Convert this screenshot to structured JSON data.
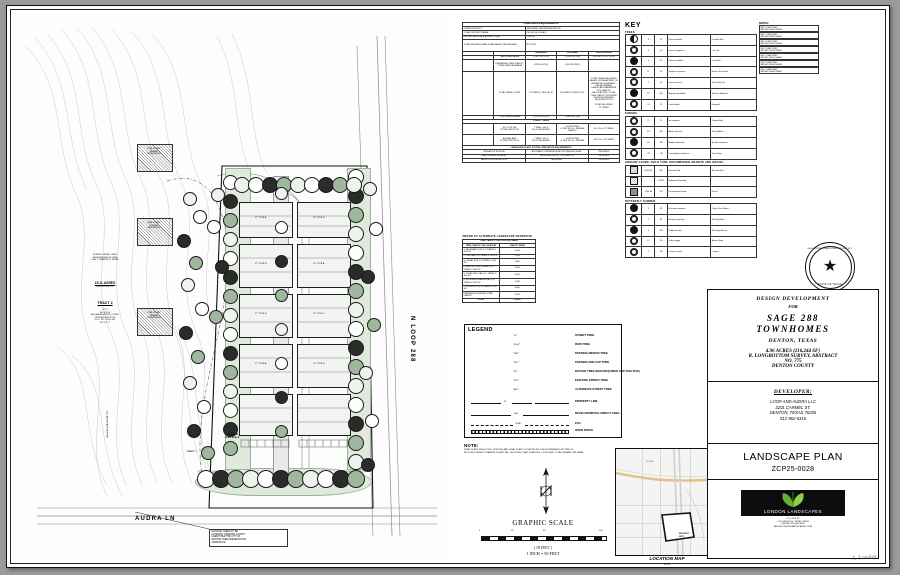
{
  "sheet": {
    "drawing_type": "Landscape Architecture Site Plan / Design Development Sheet"
  },
  "title_block": {
    "line1": "DESIGN  DEVELOPMENT",
    "line2": "FOR",
    "project_name": "SAGE  288",
    "project_name2": "TOWNHOMES",
    "city_state": "DENTON,  TEXAS",
    "acreage": "4.96  ACRES  (216,244  SF)",
    "survey": "R.  LONGBOTTOM  SURVEY,  ABSTRACT",
    "abstract_no": "NO.  775",
    "county": "DENTON  COUNTY",
    "developer_heading": "DEVELOPER:",
    "developer_name": "LOOP AND AUDRA LLC",
    "developer_address": "3201 CARMEL ST.",
    "developer_city": "DENTON, TEXAS 76205",
    "developer_phone": "512-962-0316",
    "sheet_title": "LANDSCAPE PLAN",
    "sheet_number": "ZCP25-0028",
    "logo_name": "LONDON LANDSCAPES",
    "logo_addr1": "P.O. BOX 28",
    "logo_addr2": "COLLINSVILLE, TEXAS 76233",
    "logo_addr3": "PHONE: 972-800-0678",
    "logo_addr4": "AMY@LONDONLANDSCAPES.COM",
    "signature": "signature"
  },
  "seal": {
    "top_text": "REGISTERED LANDSCAPE ARCHITECT",
    "bottom_text": "STATE OF TEXAS",
    "date": "12/8/25"
  },
  "key": {
    "heading": "KEY",
    "sections": [
      {
        "name": "TREES",
        "rows": [
          {
            "symbol": "half",
            "qty": "8",
            "code": "QT",
            "botanical": "Ulmus parvifolia",
            "common": "Lacebark Elm",
            "note": "3\" CAL B&B, 12' HT.\nMIN. 5' CLEAR TRUNK\nMATCHED, SINGLE LEADER"
          },
          {
            "symbol": "ring",
            "qty": "6",
            "code": "QV",
            "botanical": "Quercus virginiana",
            "common": "Live Oak",
            "note": "3\" CAL B&B, 12' HT.\nMIN. 5' CLEAR TRUNK\nMATCHED, SINGLE LEADER"
          },
          {
            "symbol": "fill",
            "qty": "4",
            "code": "UC",
            "botanical": "Ulmus crassifolia",
            "common": "Cedar Elm",
            "note": "3\" CAL B&B, 12' HT.\nMIN. 5' CLEAR TRUNK\nMATCHED, SINGLE LEADER"
          },
          {
            "symbol": "ring",
            "qty": "11",
            "code": "JV",
            "botanical": "Juniperus virginiana",
            "common": "Eastern Red Cedar",
            "note": "3\" CAL B&B, 12' HT.\nMIN. 5' CLEAR TRUNK\nMATCHED, SINGLE LEADER"
          },
          {
            "symbol": "ring",
            "qty": "7",
            "code": "QT",
            "botanical": "Quercus texana",
            "common": "Texas Red Oak",
            "note": "3\" CAL B&B, 12' HT.\nMIN. 5' CLEAR TRUNK\nMATCHED, SINGLE LEADER"
          },
          {
            "symbol": "fill",
            "qty": "12",
            "code": "MG",
            "botanical": "Magnolia grandiflora",
            "common": "Southern Magnolia",
            "note": "3\" CAL B&B, 12' HT.\nMIN. 5' CLEAR TRUNK\nMATCHED, SINGLE LEADER"
          },
          {
            "symbol": "ring",
            "qty": "24",
            "code": "CF",
            "botanical": "Cercis florida",
            "common": "Dogwood",
            "note": "3\" CAL B&B, 12' HT.\nMIN. 5' CLEAR TRUNK\nMATCHED, SINGLE LEADER"
          }
        ]
      },
      {
        "name": "SHRUBS",
        "rows": [
          {
            "symbol": "ring",
            "qty": "75",
            "code": "IV",
            "botanical": "Ilex vomitoria",
            "common": "Yaupon Holly",
            "note": "5 GAL. CONT.\n24\" HT. MIN."
          },
          {
            "symbol": "ring",
            "qty": "60",
            "code": "AD",
            "botanical": "Abelia chinensis",
            "common": "Glossy Abelia",
            "note": "5 GAL. CONT.\n24\" HT. MIN."
          },
          {
            "symbol": "fill",
            "qty": "46",
            "code": "NS",
            "botanical": "Nandina domestica",
            "common": "Nandina Firepower",
            "note": "5 GAL. CONT.\n24\" HT. MIN."
          },
          {
            "symbol": "ring",
            "qty": "38",
            "code": "LM",
            "botanical": "Leucophyllum frutescens",
            "common": "Texas Sage",
            "note": "5 GAL. CONT.\n24\" HT. MIN."
          }
        ]
      },
      {
        "name": "GROUND COVER, FIELD TURF, DECOMPOSED GRANITE AND GRAVEL",
        "rows": [
          {
            "symbol": "sq g1",
            "qty": "8,470 SF",
            "code": "BG",
            "botanical": "Bermuda Sod",
            "common": "Bermuda Sod",
            "note": "SOLID SOD\nFULLY IRRIGATED"
          },
          {
            "symbol": "sq g2",
            "qty": "",
            "code": "HYDR",
            "botanical": "Hydromulch Seeding",
            "common": "",
            "note": "HYDROMULCH"
          },
          {
            "symbol": "sq g3",
            "qty": "1,260 SF",
            "code": "DG",
            "botanical": "Decomposed Granite",
            "common": "Gravel",
            "note": "3\" DEPTH\nOVER FABRIC"
          }
        ]
      },
      {
        "name": "BUTTERFLY GARDEN",
        "rows": [
          {
            "symbol": "fill",
            "qty": "9",
            "code": "EP",
            "botanical": "Echinacea purpurea",
            "common": "Purple Cone Flower",
            "note": "1 GAL.\nCONT."
          },
          {
            "symbol": "ring",
            "qty": "7",
            "code": "AT",
            "botanical": "Asclepias tuberosa",
            "common": "Butterfly Weed",
            "note": "1 GAL.\nCONT."
          },
          {
            "symbol": "fill",
            "qty": "9",
            "code": "RH",
            "botanical": "Rudbeckia hirta",
            "common": "Black Eyed Susan",
            "note": "1 GAL.\nCONT."
          },
          {
            "symbol": "ring",
            "qty": "12",
            "code": "SG",
            "botanical": "Salvia greggii",
            "common": "Autumn Sage",
            "note": "1 GAL.\nCONT."
          },
          {
            "symbol": "ring",
            "qty": "7",
            "code": "LA",
            "botanical": "Lantana camara",
            "common": "Lantana",
            "note": "1 GAL.\nCONT."
          }
        ]
      }
    ],
    "notes_heading": "NOTES:"
  },
  "landscape_requirements": {
    "title": "LANDSCAPE REQUIREMENTS",
    "prelim_rows": [
      {
        "label": "ZONING DISTRICT:",
        "value": "(MN) MIXED USE NEIGHBORHOOD"
      },
      {
        "label": "TOTAL PROPERTY AREA:",
        "value": "216,244 SF (4.96 AC)"
      },
      {
        "label": "GROSS LANDSCAPE BUFFER ZONE:",
        "value": "1,240 SF"
      },
      {
        "label": "TOTAL REQUIRED LANDSCAPE AREA / PERCENTAGE:",
        "value": "32,437 SF"
      }
    ],
    "columns": [
      "",
      "",
      "REQUIRED",
      "PROVIDED",
      "CALCULATIONS"
    ],
    "rows": [
      {
        "item": "LANDSCAPE AREA",
        "required": "32,437 SF (15%)",
        "provided": "51,180 SF (23%)",
        "calc": "216,244 x 0.15 = 32,437"
      },
      {
        "item": "PRESERVED TREE CANOPY / OPEN SPACE ACREAGE",
        "required": "6,280 SF (25%)",
        "provided": "6,950 SF (26%)",
        "calc": ""
      },
      {
        "item": "TOTAL TREES COUNT",
        "required": "72 TREES (1 PER 30 LF)",
        "provided": "80 TREES (1 PER 30 LF)",
        "calc": "TOTAL TREES REQUIRED BASED ON LINEAR FEET OF PERIMETER BOUNDARY - SEE ALTERNATE LANDSCAPE NARRATIVE FOR CANOPY CALCULATIONS - TOTAL TREE CANOPY PROVIDED EXCEEDS MINIMUM REQUIRED BY 8%\n\nTOTAL REQUIRED:\n72 TREES"
      },
      {
        "item": "OPEN SPACE AREAS",
        "required": "12,130 SF (25%)",
        "provided": "15,880 SF (31%)",
        "calc": ""
      }
    ],
    "street_trees_heading": "STREET TREES",
    "street_rows": [
      {
        "item": "ST. LOOP 288\n(1 TREE PER 30 LF)",
        "required": "1 TREE / 30 LF\n610 LF REQUIRED",
        "provided": "21 PROVIDED\n(1 PER 30 LF) + MEDIAN CANOPY",
        "calc": "610 / 30 = 21 TREES"
      },
      {
        "item": "AUDRA LANE\n(1 TREE PER 30 LF)",
        "required": "1 TREE / 30 LF\n400 LF REQUIRED",
        "provided": "14 PROVIDED\n(1 PER 30 LF) + MEDIAN",
        "calc": "400 / 30 = 14 TREES"
      }
    ],
    "plant_system_heading": "LANDSCAPE PLANT SYSTEM / IRRIGATION REQUIREMENTS",
    "plant_system_rows": [
      {
        "a": "IRRIGATION SYSTEM",
        "b": "AUTOMATIC UNDERGROUND SYSTEM REQUIRED",
        "c": "PROVIDED"
      },
      {
        "a": "RAIN / FREEZE SENSOR",
        "b": "REQUIRED PER CITY OF DENTON",
        "c": "PROVIDED"
      },
      {
        "a": "BACKFLOW PREVENTION",
        "b": "REQUIRED",
        "c": "PROVIDED"
      }
    ]
  },
  "alternate_narrative": {
    "heading": "*REFER TO ALTERNATE LANDSCAPE NARRATIVE",
    "table_title": "TREE CANOPY CALCULATION TABLE",
    "col1": "TREE CANOPY CALCULATION",
    "col2": "CANOPY AREA",
    "rows": [
      {
        "label": "1. LACEBARK ELM @ 8 TREES X 700 S.F.",
        "value": "5,600"
      },
      {
        "label": "2. LIVE OAK @ 6 TREES X 700 S.F.",
        "value": "4,200"
      },
      {
        "label": "3. CEDAR ELM @ 4 TREES X 450 S.F.",
        "value": "1,800"
      },
      {
        "label": "4. EASTERN RED CEDAR @ 11 TREES X 300 S.F.",
        "value": "3,300"
      },
      {
        "label": "5. TEXAS RED OAK @ 7 TREES X 700 S.F.",
        "value": "4,900"
      },
      {
        "label": "6. SOUTHERN MAGNOLIA @ 12 TREES X 450 S.F.",
        "value": "5,400"
      },
      {
        "label": "7. DOGWOOD @ 24 TREES X 150 S.F.",
        "value": "3,600"
      },
      {
        "label": "PRESERVED EXISTING TREE CANOPY",
        "value": "6,280"
      },
      {
        "label": "TOTAL",
        "value": "35,080"
      }
    ]
  },
  "legend": {
    "heading": "LEGEND",
    "tree_items": [
      {
        "symbol": "ST",
        "label": "STREET TREE"
      },
      {
        "symbol": "ROW",
        "label": "ROW TREE"
      },
      {
        "symbol": "PMT",
        "label": "PARKING MEDIAN TREE"
      },
      {
        "symbol": "PEC",
        "label": "PARKING END CAP TREE"
      },
      {
        "symbol": "BT",
        "label": "BUFFER TREE (NON REQUIRED FOR THIS SITE)"
      },
      {
        "symbol": "EST",
        "label": "EXISTING STREET TREE"
      },
      {
        "symbol": "AST",
        "label": "ALTERNATE STREET TREE"
      }
    ],
    "line_items": [
      {
        "style": "solid",
        "inline": "PL",
        "label": "PROPERTY LINE"
      },
      {
        "style": "heavy",
        "inline": "DIA",
        "label": "DEVELOPMENTAL IMPACT AREA"
      },
      {
        "style": "dashed",
        "inline": "ESA",
        "label": "ESA"
      },
      {
        "style": "open",
        "inline": "",
        "label": "OPEN SPACE"
      }
    ]
  },
  "note": {
    "heading": "NOTE:",
    "body": "FINAL PLANT SELECTION, SPECIES AND FINAL PLANT LOCATION WILL BE DETERMINED AT TIME OF BUILDING PERMIT DRAWING SUBMITTAL, PROVIDED THAT PLANTING COUNT AND TOTAL REMAIN THE SAME."
  },
  "graphic_scale": {
    "title": "GRAPHIC SCALE",
    "ticks": [
      "0",
      "25",
      "50",
      "100"
    ],
    "units": "( IN FEET )",
    "ratio": "1 INCH  =  50  FEET",
    "north_label": "N"
  },
  "location_map": {
    "title": "LOCATION  MAP",
    "subtitle": "NTS",
    "site_label": "PROJECT\nSITE",
    "roads": [
      "W UNIVERSITY DR",
      "US 380",
      "N LOOP 288",
      "AUDRA LN",
      "I-35",
      "SHERMAN DR"
    ]
  },
  "site_plan": {
    "zoning_note": "ZONING: MIXED USED\nNEIGHBORHOOD (MN)\nUSE: COMMUNITY HOME",
    "acreage_label": "15.11 ACRES",
    "acreage_sf": "658,318 SQ. FT.",
    "tract_label": "TRACT 2",
    "tract_lines": "LOT 1\nBLOCK A\nAUDRA ASSISTED LIVING\nCENTER ADDITION\nDOC. NO. 2020-161\nP.R.D.C.T.",
    "residences": [
      "ONE STORY\nFRAME\nRESIDENCE",
      "ONE STORY\nFRAME\nRESIDENCE",
      "ONE STORY\nFRAME\nRESIDENCE"
    ],
    "streets": [
      {
        "name": "N LOOP 288",
        "orientation": "vertical"
      },
      {
        "name": "AUDRA  LN",
        "orientation": "horizontal"
      }
    ],
    "tract_1": "TRACT 1",
    "open_space_label": "3.59 ACRES\nOPEN SPACE",
    "callout_existing": "EXISTING TREES TO BE\nCOUNTED TOWARDS CANOPY\nCREDIT PER THE CITY OF\nDENTON TREE PRESERVATION\nORDINANCE",
    "unit_labels": [
      "PT TYPE A",
      "PT TYPE B",
      "PT TYPE B",
      "PT TYPE A",
      "PT TYPE B",
      "PT TYPE C",
      "PT TYPE A",
      "PT TYPE B"
    ],
    "buffer_note": "25' LANDSCAPE BUFFER",
    "esa_note": "ESA / FLOODPLAIN LIMITS"
  }
}
